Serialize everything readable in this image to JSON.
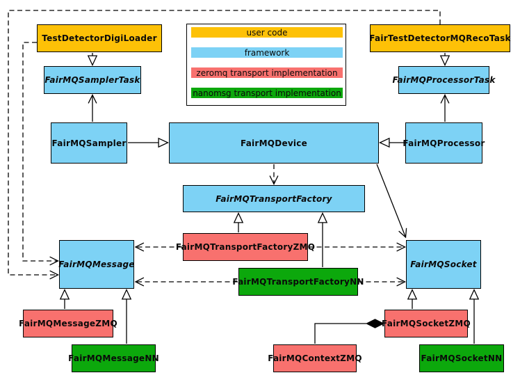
{
  "colors": {
    "user-code": "#FDC107",
    "framework": "#7DD2F5",
    "zeromq": "#F8716E",
    "nanomsg": "#0CA80C"
  },
  "legend": {
    "items": [
      {
        "label": "user code",
        "type": "user-code"
      },
      {
        "label": "framework",
        "type": "framework"
      },
      {
        "label": "zeromq transport implementation",
        "type": "zeromq"
      },
      {
        "label": "nanomsg transport implementation",
        "type": "nanomsg"
      }
    ]
  },
  "nodes": {
    "testDetectorDigiLoader": {
      "label": "TestDetectorDigiLoader",
      "type": "user-code",
      "abstract": false
    },
    "fairTestDetectorMQRecoTask": {
      "label": "FairTestDetectorMQRecoTask",
      "type": "user-code",
      "abstract": false
    },
    "fairMQSamplerTask": {
      "label": "FairMQSamplerTask",
      "type": "framework",
      "abstract": true
    },
    "fairMQProcessorTask": {
      "label": "FairMQProcessorTask",
      "type": "framework",
      "abstract": true
    },
    "fairMQSampler": {
      "label": "FairMQSampler",
      "type": "framework",
      "abstract": false
    },
    "fairMQDevice": {
      "label": "FairMQDevice",
      "type": "framework",
      "abstract": false
    },
    "fairMQProcessor": {
      "label": "FairMQProcessor",
      "type": "framework",
      "abstract": false
    },
    "fairMQTransportFactory": {
      "label": "FairMQTransportFactory",
      "type": "framework",
      "abstract": true
    },
    "fairMQTransportFactoryZMQ": {
      "label": "FairMQTransportFactoryZMQ",
      "type": "zeromq",
      "abstract": false
    },
    "fairMQTransportFactoryNN": {
      "label": "FairMQTransportFactoryNN",
      "type": "nanomsg",
      "abstract": false
    },
    "fairMQMessage": {
      "label": "FairMQMessage",
      "type": "framework",
      "abstract": true
    },
    "fairMQSocket": {
      "label": "FairMQSocket",
      "type": "framework",
      "abstract": true
    },
    "fairMQMessageZMQ": {
      "label": "FairMQMessageZMQ",
      "type": "zeromq",
      "abstract": false
    },
    "fairMQMessageNN": {
      "label": "FairMQMessageNN",
      "type": "nanomsg",
      "abstract": false
    },
    "fairMQSocketZMQ": {
      "label": "FairMQSocketZMQ",
      "type": "zeromq",
      "abstract": false
    },
    "fairMQSocketNN": {
      "label": "FairMQSocketNN",
      "type": "nanomsg",
      "abstract": false
    },
    "fairMQContextZMQ": {
      "label": "FairMQContextZMQ",
      "type": "zeromq",
      "abstract": false
    }
  },
  "edges": [
    {
      "from": "TestDetectorDigiLoader",
      "to": "FairMQSamplerTask",
      "type": "inheritance"
    },
    {
      "from": "FairTestDetectorMQRecoTask",
      "to": "FairMQProcessorTask",
      "type": "inheritance"
    },
    {
      "from": "FairMQSampler",
      "to": "FairMQDevice",
      "type": "inheritance"
    },
    {
      "from": "FairMQProcessor",
      "to": "FairMQDevice",
      "type": "inheritance"
    },
    {
      "from": "FairMQSampler",
      "to": "FairMQSamplerTask",
      "type": "association"
    },
    {
      "from": "FairMQProcessor",
      "to": "FairMQProcessorTask",
      "type": "association"
    },
    {
      "from": "FairMQDevice",
      "to": "FairMQTransportFactory",
      "type": "dependency"
    },
    {
      "from": "FairMQDevice",
      "to": "FairMQSocket",
      "type": "association"
    },
    {
      "from": "FairMQTransportFactoryZMQ",
      "to": "FairMQTransportFactory",
      "type": "inheritance"
    },
    {
      "from": "FairMQTransportFactoryNN",
      "to": "FairMQTransportFactory",
      "type": "inheritance"
    },
    {
      "from": "FairMQTransportFactoryZMQ",
      "to": "FairMQMessage",
      "type": "dependency"
    },
    {
      "from": "FairMQTransportFactoryZMQ",
      "to": "FairMQSocket",
      "type": "dependency"
    },
    {
      "from": "FairMQTransportFactoryNN",
      "to": "FairMQMessage",
      "type": "dependency"
    },
    {
      "from": "FairMQTransportFactoryNN",
      "to": "FairMQSocket",
      "type": "dependency"
    },
    {
      "from": "TestDetectorDigiLoader",
      "to": "FairMQMessage",
      "type": "dependency"
    },
    {
      "from": "FairTestDetectorMQRecoTask",
      "to": "FairMQMessage",
      "type": "dependency"
    },
    {
      "from": "FairMQMessageZMQ",
      "to": "FairMQMessage",
      "type": "inheritance"
    },
    {
      "from": "FairMQMessageNN",
      "to": "FairMQMessage",
      "type": "inheritance"
    },
    {
      "from": "FairMQSocketZMQ",
      "to": "FairMQSocket",
      "type": "inheritance"
    },
    {
      "from": "FairMQSocketNN",
      "to": "FairMQSocket",
      "type": "inheritance"
    },
    {
      "from": "FairMQContextZMQ",
      "to": "FairMQSocketZMQ",
      "type": "composition"
    }
  ]
}
